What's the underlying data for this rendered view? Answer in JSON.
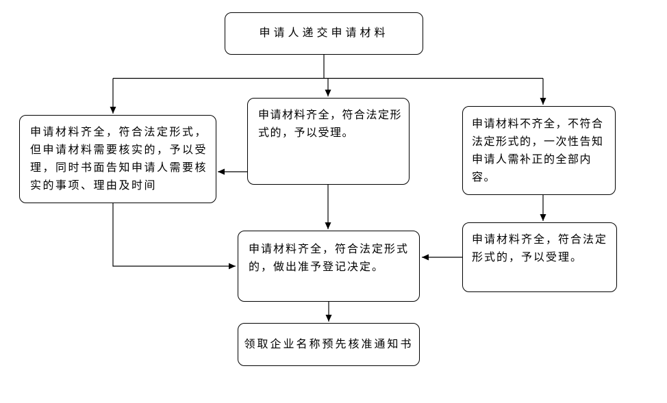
{
  "flowchart": {
    "nodes": [
      {
        "id": "submit",
        "label": "申请人递交申请材料"
      },
      {
        "id": "accept-need-verify",
        "label": "申请材料齐全，符合法定形式，\n但申请材料需要核实的，予以受\n理，同时书面告知申请人需要核\n实的事项、理由及时间"
      },
      {
        "id": "accept",
        "label": "申请材料齐全，符合法定形\n式的，予以受理。"
      },
      {
        "id": "incomplete-notify",
        "label": "申请材料不齐全，不符合\n法定形式的，一次性告知\n申请人需补正的全部内\n容。"
      },
      {
        "id": "accept-corrected",
        "label": "申请材料齐全，符合法定\n形式的，予以受理。"
      },
      {
        "id": "approve-decision",
        "label": "申请材料齐全，符合法定形式\n的，做出准予登记决定。"
      },
      {
        "id": "receive-notice",
        "label": "领取企业名称预先核准通知书"
      }
    ],
    "edges": [
      {
        "from": "submit",
        "to": "accept-need-verify"
      },
      {
        "from": "submit",
        "to": "accept"
      },
      {
        "from": "submit",
        "to": "incomplete-notify"
      },
      {
        "from": "accept",
        "to": "accept-need-verify"
      },
      {
        "from": "accept",
        "to": "approve-decision"
      },
      {
        "from": "incomplete-notify",
        "to": "accept-corrected"
      },
      {
        "from": "accept-corrected",
        "to": "approve-decision"
      },
      {
        "from": "accept-need-verify",
        "to": "approve-decision"
      },
      {
        "from": "approve-decision",
        "to": "receive-notice"
      }
    ],
    "colors": {
      "background": "#ffffff",
      "box_fill": "#ffffff",
      "box_border": "#000000",
      "line": "#000000",
      "text": "#000000"
    }
  }
}
